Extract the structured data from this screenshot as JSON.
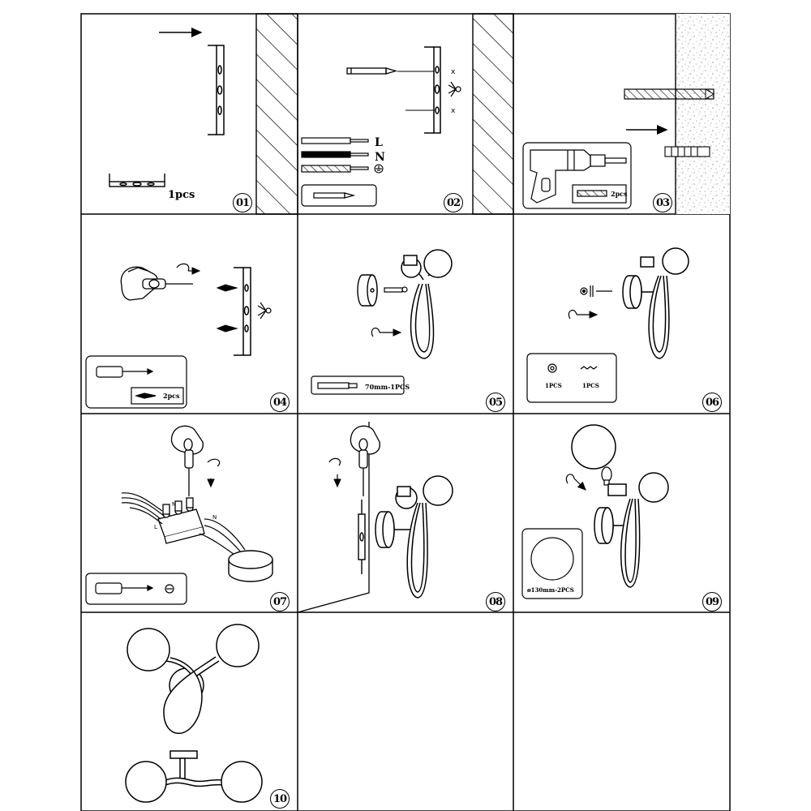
{
  "steps": [
    {
      "number": "01",
      "qty_label": "1pcs"
    },
    {
      "number": "02",
      "wire_labels": [
        "L",
        "N"
      ],
      "ground_symbol": "ground-icon"
    },
    {
      "number": "03",
      "anchor_label": "2pcs"
    },
    {
      "number": "04",
      "screw_label": "2pcs"
    },
    {
      "number": "05",
      "rod_label": "70mm-1PCS"
    },
    {
      "number": "06",
      "nut_label": "1PCS",
      "washer_label": "1PCS"
    },
    {
      "number": "07"
    },
    {
      "number": "08"
    },
    {
      "number": "09",
      "globe_label": "ø130mm-2PCS"
    },
    {
      "number": "10"
    }
  ]
}
